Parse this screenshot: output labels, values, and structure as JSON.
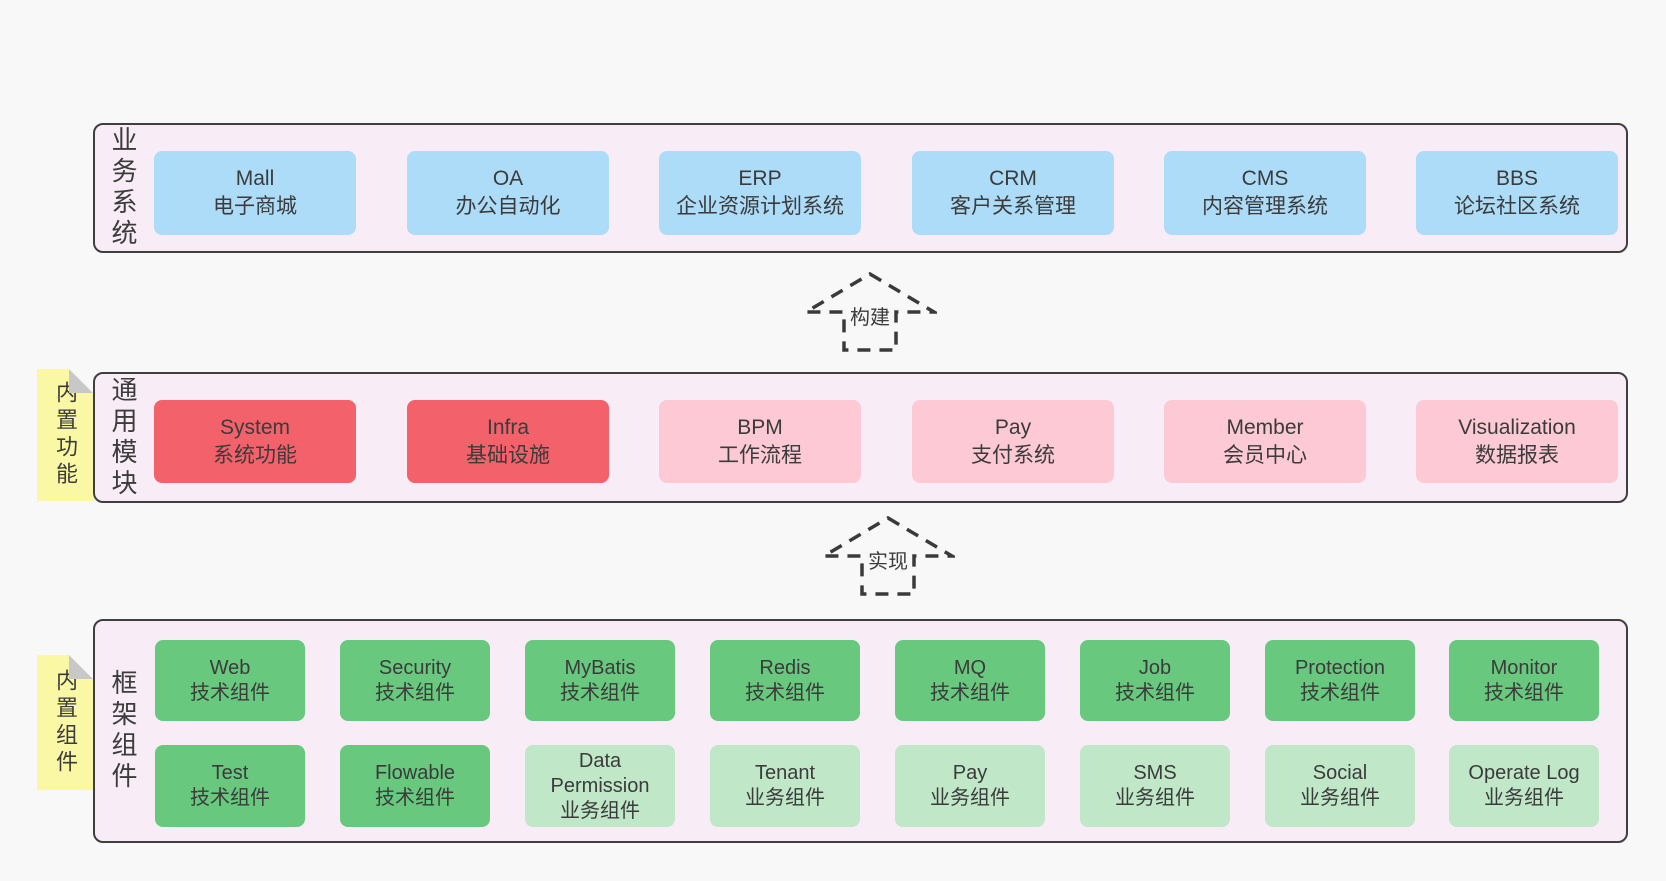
{
  "diagram": {
    "colors": {
      "page_bg": "#f8f8f8",
      "band_bg": "#f8edf6",
      "band_border": "#3f3f3f",
      "blue": "#addcf8",
      "red": "#f3626b",
      "pink": "#fcc9d4",
      "green": "#68c87d",
      "green_light": "#bfe7c8",
      "yellow": "#fbf8a5",
      "fold": "#c8c8c8",
      "text": "#3b3b3b",
      "arrow": "#3a3a3a"
    },
    "bands": {
      "business": {
        "label": "业务系统",
        "boxes": [
          {
            "name": "Mall",
            "desc": "电子商城"
          },
          {
            "name": "OA",
            "desc": "办公自动化"
          },
          {
            "name": "ERP",
            "desc": "企业资源计划系统"
          },
          {
            "name": "CRM",
            "desc": "客户关系管理"
          },
          {
            "name": "CMS",
            "desc": "内容管理系统"
          },
          {
            "name": "BBS",
            "desc": "论坛社区系统"
          }
        ]
      },
      "modules": {
        "label": "通用模块",
        "note": "内置功能",
        "boxes": [
          {
            "name": "System",
            "desc": "系统功能"
          },
          {
            "name": "Infra",
            "desc": "基础设施"
          },
          {
            "name": "BPM",
            "desc": "工作流程"
          },
          {
            "name": "Pay",
            "desc": "支付系统"
          },
          {
            "name": "Member",
            "desc": "会员中心"
          },
          {
            "name": "Visualization",
            "desc": "数据报表"
          }
        ]
      },
      "framework": {
        "label": "框架组件",
        "note": "内置组件",
        "row1": [
          {
            "name": "Web",
            "desc": "技术组件"
          },
          {
            "name": "Security",
            "desc": "技术组件"
          },
          {
            "name": "MyBatis",
            "desc": "技术组件"
          },
          {
            "name": "Redis",
            "desc": "技术组件"
          },
          {
            "name": "MQ",
            "desc": "技术组件"
          },
          {
            "name": "Job",
            "desc": "技术组件"
          },
          {
            "name": "Protection",
            "desc": "技术组件"
          },
          {
            "name": "Monitor",
            "desc": "技术组件"
          }
        ],
        "row2": [
          {
            "name": "Test",
            "desc": "技术组件"
          },
          {
            "name": "Flowable",
            "desc": "技术组件"
          },
          {
            "name": "Data Permission",
            "desc": "业务组件"
          },
          {
            "name": "Tenant",
            "desc": "业务组件"
          },
          {
            "name": "Pay",
            "desc": "业务组件"
          },
          {
            "name": "SMS",
            "desc": "业务组件"
          },
          {
            "name": "Social",
            "desc": "业务组件"
          },
          {
            "name": "Operate Log",
            "desc": "业务组件"
          }
        ]
      }
    },
    "arrows": [
      {
        "label": "构建"
      },
      {
        "label": "实现"
      }
    ]
  }
}
